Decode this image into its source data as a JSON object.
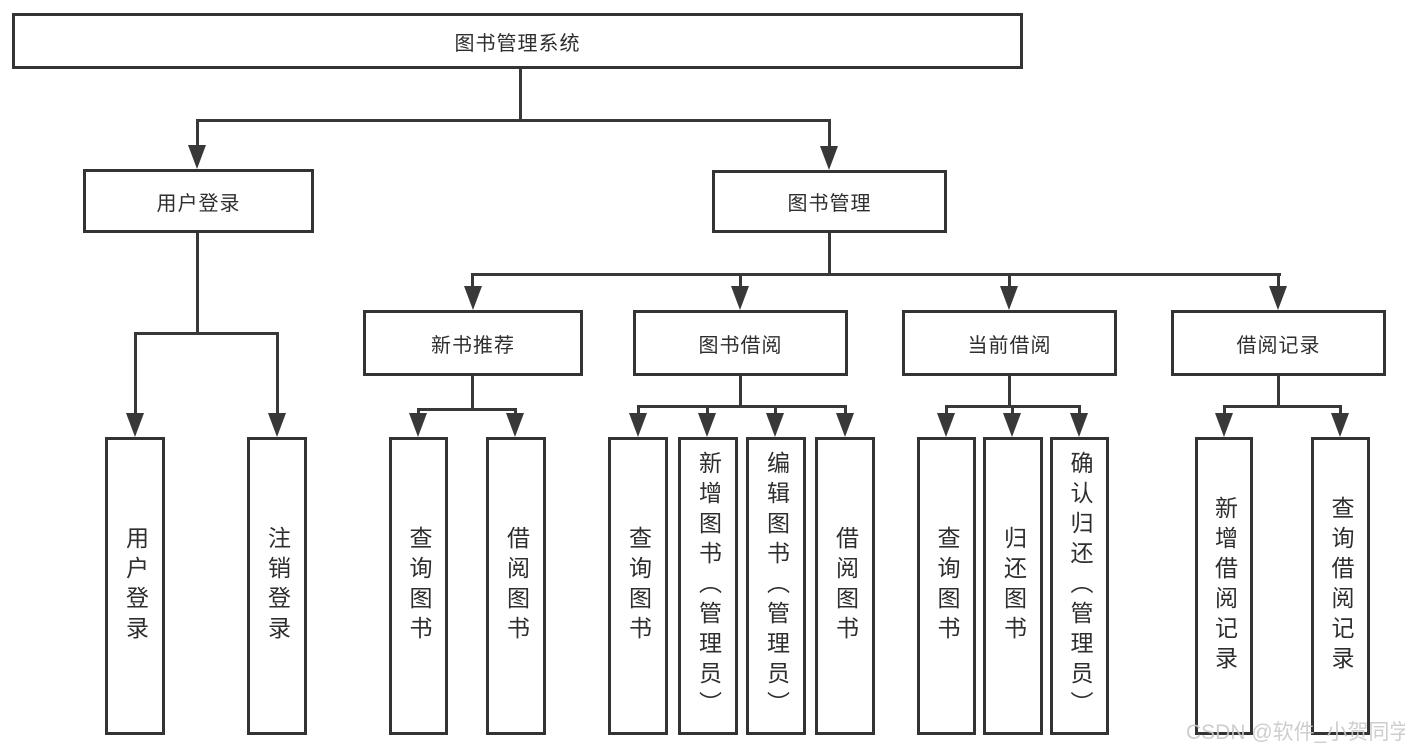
{
  "colors": {
    "line": "#383838",
    "box_border": "#333333",
    "text": "#2e2e2e",
    "watermark": "#c9c9c9",
    "background": "#ffffff"
  },
  "watermark": {
    "text": "CSDN @软件_小贺同学"
  },
  "tree": {
    "root": {
      "label": "图书管理系统"
    },
    "branches": [
      {
        "label": "用户登录",
        "children": [
          {
            "label": "用户登录"
          },
          {
            "label": "注销登录"
          }
        ]
      },
      {
        "label": "图书管理",
        "children": [
          {
            "label": "新书推荐",
            "children": [
              {
                "label": "查询图书"
              },
              {
                "label": "借阅图书"
              }
            ]
          },
          {
            "label": "图书借阅",
            "children": [
              {
                "label": "查询图书"
              },
              {
                "label": "新增图书（管理员）"
              },
              {
                "label": "编辑图书（管理员）"
              },
              {
                "label": "借阅图书"
              }
            ]
          },
          {
            "label": "当前借阅",
            "children": [
              {
                "label": "查询图书"
              },
              {
                "label": "归还图书"
              },
              {
                "label": "确认归还（管理员）"
              }
            ]
          },
          {
            "label": "借阅记录",
            "children": [
              {
                "label": "新增借阅记录"
              },
              {
                "label": "查询借阅记录"
              }
            ]
          }
        ]
      }
    ]
  }
}
